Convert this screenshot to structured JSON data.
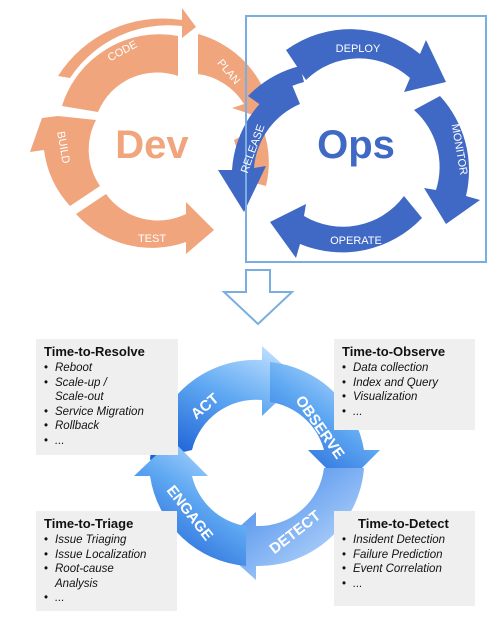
{
  "devops": {
    "dev_label": "Dev",
    "ops_label": "Ops",
    "dev_steps": [
      "CODE",
      "PLAN",
      "BUILD",
      "TEST"
    ],
    "release_label": "RELEASE",
    "ops_steps": [
      "DEPLOY",
      "MONITOR",
      "OPERATE"
    ],
    "colors": {
      "dev": "#f0a57d",
      "ops": "#3f69c4",
      "frame": "#7aaee0"
    }
  },
  "cycle": {
    "steps": [
      "ACT",
      "OBSERVE",
      "DETECT",
      "ENGAGE"
    ],
    "colors": {
      "light": "#bfe0ff",
      "dark": "#1d5fd4"
    }
  },
  "boxes": {
    "resolve": {
      "title": "Time-to-Resolve",
      "items": [
        "Reboot",
        "Scale-up /",
        "Scale-out",
        "Service Migration",
        "Rollback",
        "..."
      ]
    },
    "observe": {
      "title": "Time-to-Observe",
      "items": [
        "Data collection",
        "Index and Query",
        "Visualization",
        "..."
      ]
    },
    "triage": {
      "title": "Time-to-Triage",
      "items": [
        "Issue Triaging",
        "Issue Localization",
        "Root-cause",
        "Analysis",
        "..."
      ]
    },
    "detect": {
      "title": "Time-to-Detect",
      "items": [
        "Insident Detection",
        "Failure Prediction",
        "Event Correlation",
        "..."
      ]
    }
  }
}
